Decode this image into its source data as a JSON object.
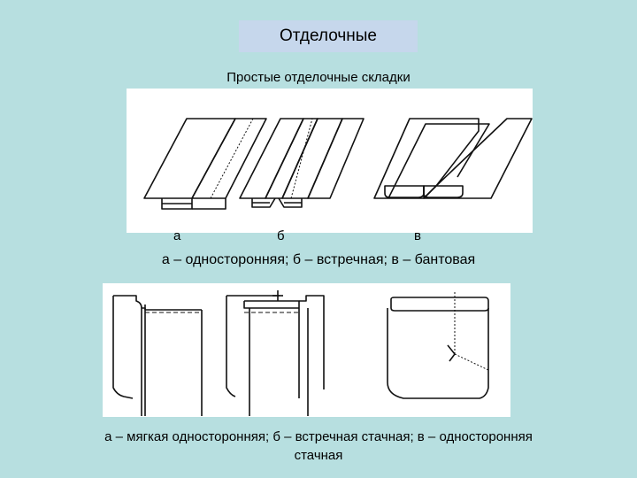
{
  "title": "Отделочные",
  "subtitle": "Простые отделочные складки",
  "figure1": {
    "labels": [
      "а",
      "б",
      "в"
    ],
    "caption": "а – односторонняя; б – встречная; в – бантовая"
  },
  "figure2": {
    "caption_line1": "а – мягкая односторонняя; б – встречная стачная; в – односторонняя",
    "caption_line2": "стачная"
  },
  "colors": {
    "background": "#b7dfe0",
    "title_box": "#c6d7ec",
    "panel": "#ffffff"
  }
}
